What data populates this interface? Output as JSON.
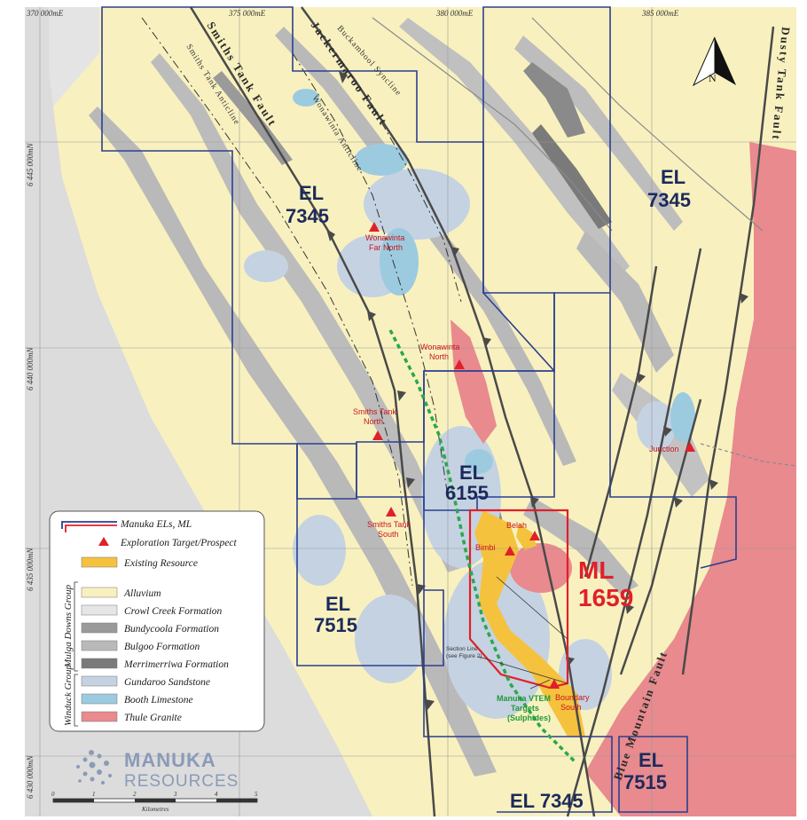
{
  "grid": {
    "eastings": [
      "370 000mE",
      "375 000mE",
      "380 000mE",
      "385 000mE"
    ],
    "northings": [
      "6 445 000mN",
      "6 440 000mN",
      "6 435 000mN",
      "6 430 000mN"
    ]
  },
  "north_arrow": {
    "label": "N"
  },
  "tenements": {
    "el7345_west": [
      "EL",
      "7345"
    ],
    "el7345_east": [
      "EL",
      "7345"
    ],
    "el6155": [
      "EL",
      "6155"
    ],
    "el7515_west": [
      "EL",
      "7515"
    ],
    "el7515_south": [
      "EL",
      "7515"
    ],
    "el7345_south": "EL 7345",
    "ml1659": [
      "ML",
      "1659"
    ]
  },
  "structures": {
    "smiths_tank_fault": "Smiths Tank Fault",
    "jackermaroo_fault": "Jackermaroo Fault",
    "dusty_tank_fault": "Dusty Tank Fault",
    "blue_mountain_fault": "Blue Mountain Fault",
    "smiths_tank_anticline": "Smiths Tank Anticline",
    "wonawinta_anticline": "Wonawinta Anticline",
    "buckambool_syncline": "Buckambool Syncline"
  },
  "prospects": {
    "wonawinta_far_north": [
      "Wonawinta",
      "Far North"
    ],
    "wonawinta_north": [
      "Wonawinta",
      "North"
    ],
    "smiths_tank_north": [
      "Smiths Tank",
      "North"
    ],
    "smiths_tank_south": [
      "Smiths Tank",
      "South"
    ],
    "junction": "Junction",
    "bimbi": "Bimbi",
    "belah": "Belah",
    "boundary_south": [
      "Boundary",
      "South"
    ]
  },
  "annotations": {
    "vtem": [
      "Manuka VTEM",
      "Targets",
      "(Sulphides)"
    ],
    "section_line": [
      "Section Line",
      "(see Figure 2)"
    ]
  },
  "legend": {
    "items": [
      {
        "label": "Manuka ELs, ML",
        "symbol": "lines"
      },
      {
        "label": "Exploration Target/Prospect",
        "symbol": "triangle"
      },
      {
        "label": "Existing Resource",
        "symbol": "swatch",
        "color": "#f5c23e"
      },
      {
        "label": "Alluvium",
        "symbol": "swatch",
        "color": "#f8f1bf"
      },
      {
        "label": "Crowl Creek Formation",
        "symbol": "swatch",
        "color": "#e6e6e6"
      },
      {
        "label": "Bundycoola Formation",
        "symbol": "swatch",
        "color": "#9a9a9a"
      },
      {
        "label": "Bulgoo Formation",
        "symbol": "swatch",
        "color": "#b9b9b9"
      },
      {
        "label": "Merrimerriwa Formation",
        "symbol": "swatch",
        "color": "#7a7a7a"
      },
      {
        "label": "Gundaroo Sandstone",
        "symbol": "swatch",
        "color": "#c5d2e2"
      },
      {
        "label": "Booth Limestone",
        "symbol": "swatch",
        "color": "#9ccbe0"
      },
      {
        "label": "Thule Granite",
        "symbol": "swatch",
        "color": "#e88a8e"
      }
    ],
    "groups": [
      "Mulga Downs Group",
      "Winduck Group"
    ]
  },
  "logo": {
    "line1": "MANUKA",
    "line2": "RESOURCES"
  },
  "scale": {
    "unit": "Kilometres",
    "ticks": [
      "0",
      "1",
      "2",
      "3",
      "4",
      "5"
    ]
  },
  "colors": {
    "alluvium": "#f8f1bf",
    "crowl_creek": "#e6e6e6",
    "bulgoo": "#b9b9b9",
    "merrimerriwa": "#7a7a7a",
    "gundaroo": "#c5d2e2",
    "booth": "#9ccbe0",
    "thule": "#e88a8e",
    "resource": "#f5c23e",
    "el_boundary": "#2b3f8f",
    "ml_boundary": "#e0202a",
    "prospect": "#e0202a",
    "vtem": "#2aa84a"
  }
}
